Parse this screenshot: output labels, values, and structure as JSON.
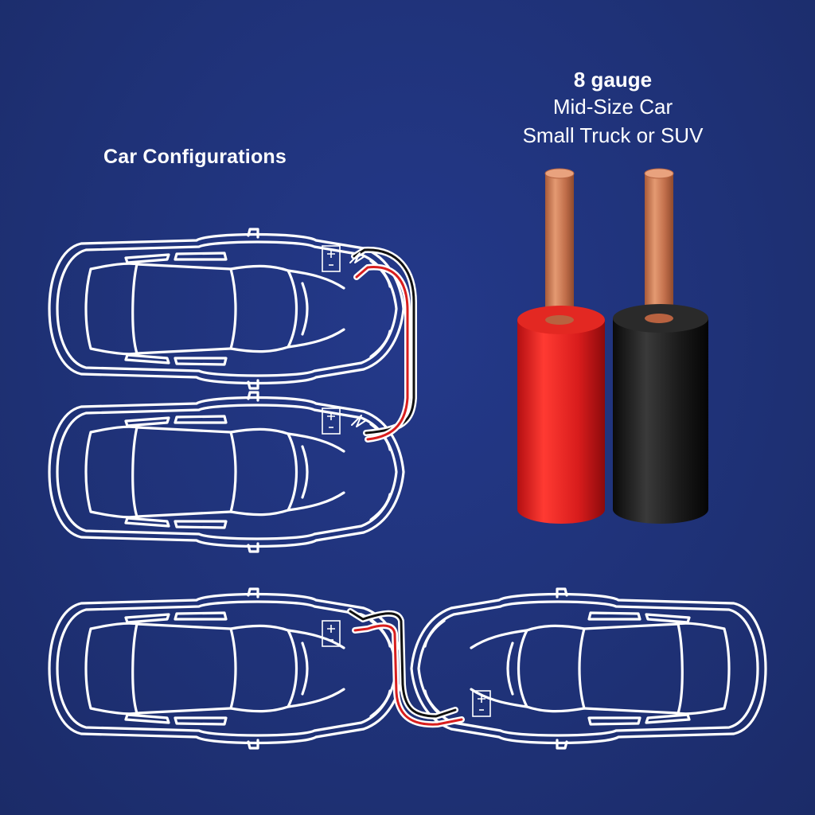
{
  "title": "Car Configurations",
  "gauge": {
    "size": "8 gauge",
    "line1": "Mid-Size Car",
    "line2": "Small Truck or SUV"
  },
  "battery": {
    "plus": "+",
    "minus": "-"
  },
  "colors": {
    "background": "#1f3278",
    "outline": "#ffffff",
    "positive_wire": "#d81e1e",
    "negative_wire": "#111111",
    "copper": "#c8704a"
  },
  "icons": [
    "car-outline-icon",
    "battery-icon",
    "wire-icon",
    "copper-conductor-icon"
  ]
}
